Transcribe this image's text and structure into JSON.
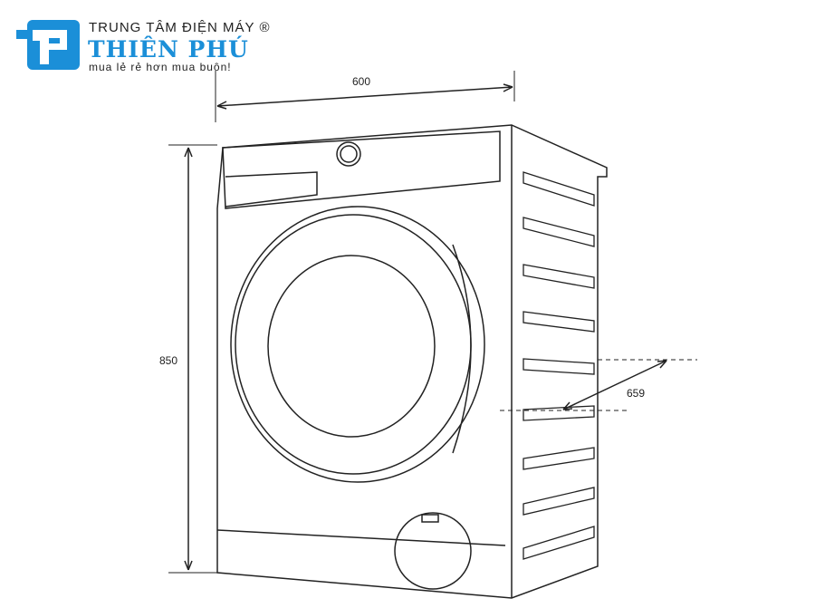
{
  "logo": {
    "top_line": "TRUNG TÂM ĐIỆN MÁY ®",
    "name": "THIÊN PHÚ",
    "slogan": "mua lẻ rẻ hơn mua buôn!",
    "color": "#1b8fd8"
  },
  "dimensions": {
    "width": "600",
    "height": "850",
    "depth": "659"
  }
}
